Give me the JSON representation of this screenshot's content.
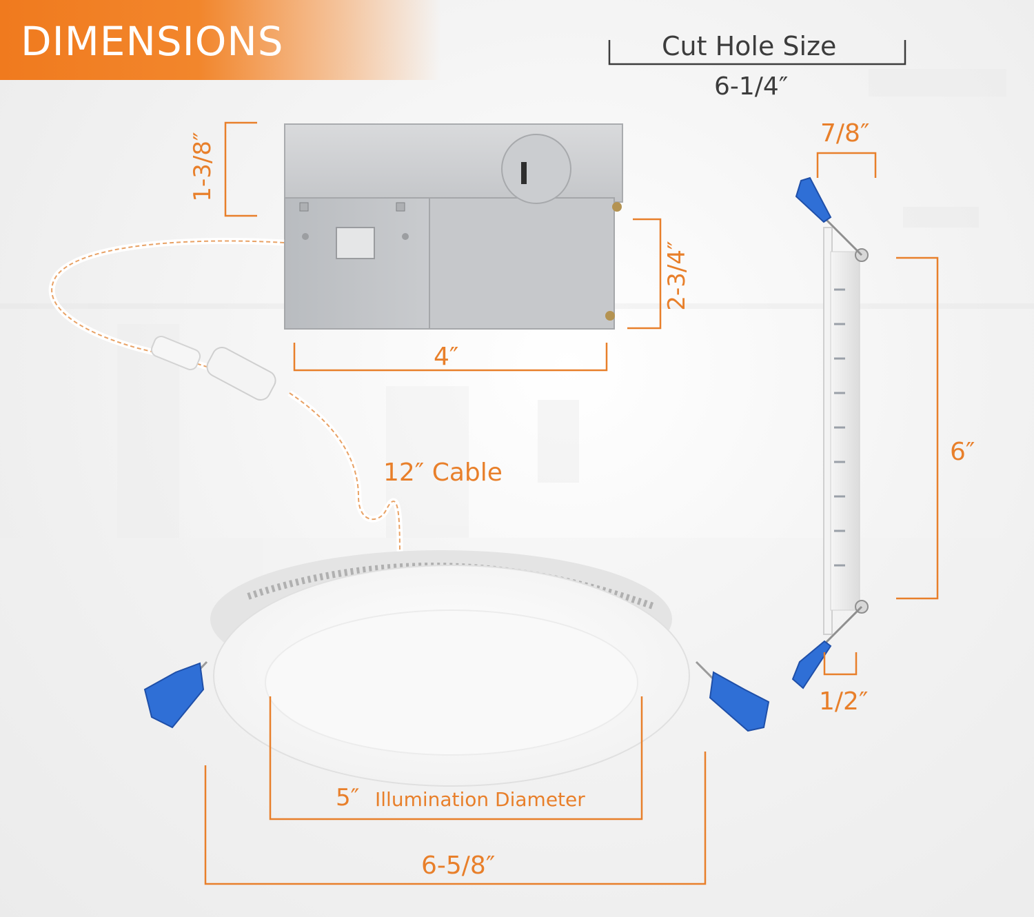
{
  "header": {
    "title": "DIMENSIONS"
  },
  "cut_hole": {
    "label": "Cut Hole Size",
    "value": "6-1/4″"
  },
  "junction_box": {
    "height": "1-3/8″",
    "depth": "2-3/4″",
    "width": "4″"
  },
  "cable": {
    "label": "12″ Cable"
  },
  "side_profile": {
    "top_depth": "7/8″",
    "height": "6″",
    "bottom_depth": "1/2″"
  },
  "panel": {
    "illumination_value": "5″",
    "illumination_label": "Illumination Diameter",
    "overall_diameter": "6-5/8″"
  },
  "colors": {
    "accent": "#e87f2a",
    "banner": "#f07a1e",
    "clip_blue": "#2f6fd6",
    "text_dark": "#3c3c3c"
  }
}
